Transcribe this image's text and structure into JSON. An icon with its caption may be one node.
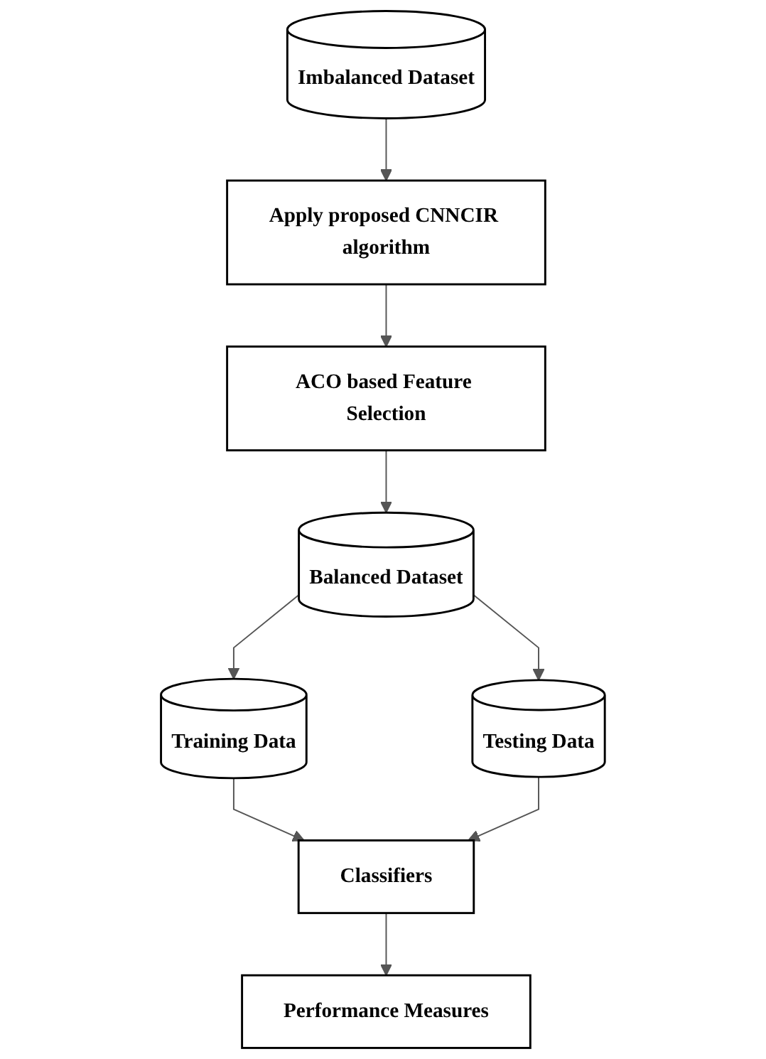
{
  "diagram": {
    "nodes": [
      {
        "text": [
          "Imbalanced Dataset"
        ]
      },
      {
        "text": [
          "Apply proposed CNNCIR algorithm"
        ]
      },
      {
        "text": [
          "ACO based Feature Selection"
        ]
      },
      {
        "text": [
          "Balanced Dataset"
        ]
      },
      {
        "text": [
          "Training Data"
        ]
      },
      {
        "text": [
          "Testing Data"
        ]
      },
      {
        "text": [
          "Classifiers"
        ]
      },
      {
        "text": [
          "Performance Measures"
        ]
      }
    ],
    "edges": [
      {
        "from": 0,
        "to": 1,
        "arrow": "to"
      },
      {
        "from": 1,
        "to": 2,
        "arrow": "to"
      },
      {
        "from": 2,
        "to": 3,
        "arrow": "to"
      },
      {
        "from": 3,
        "to": 4,
        "arrow": "to"
      },
      {
        "from": 3,
        "to": 5,
        "arrow": "to"
      },
      {
        "from": 4,
        "to": 6,
        "arrow": "to"
      },
      {
        "from": 5,
        "to": 6,
        "arrow": "to"
      },
      {
        "from": 6,
        "to": 7,
        "arrow": "to"
      }
    ]
  }
}
